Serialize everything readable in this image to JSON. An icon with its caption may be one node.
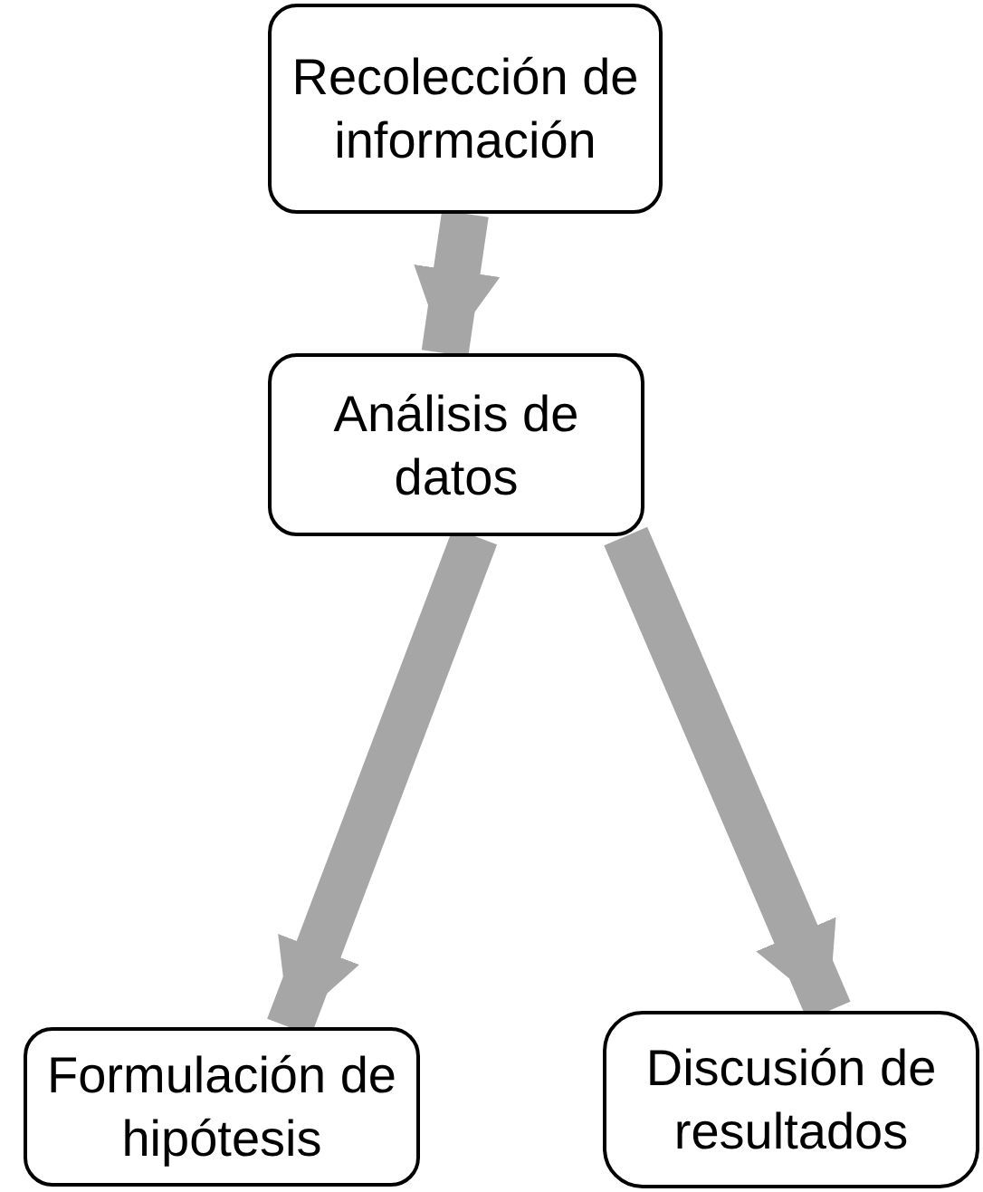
{
  "diagram": {
    "nodes": [
      {
        "text": [
          "Recolección de información"
        ]
      },
      {
        "text": [
          "Análisis de datos"
        ]
      },
      {
        "text": [
          "Formulación de hipótesis"
        ]
      },
      {
        "text": [
          "Discusión de resultados"
        ]
      }
    ],
    "edges": [
      {
        "from": 0,
        "to": 1,
        "arrow": "to"
      },
      {
        "from": 1,
        "to": 2,
        "arrow": "to"
      },
      {
        "from": 1,
        "to": 3,
        "arrow": "to"
      }
    ]
  }
}
